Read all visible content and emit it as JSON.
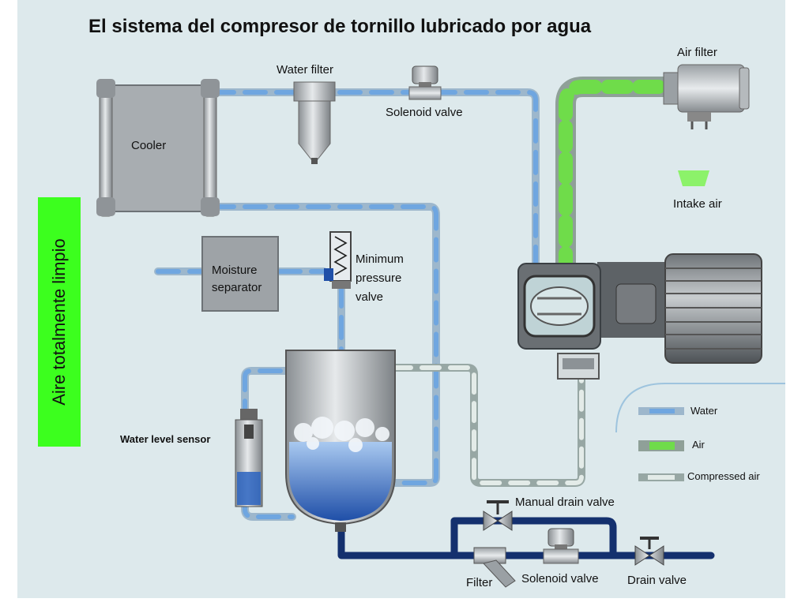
{
  "title": "El sistema del compresor de tornillo lubricado por agua",
  "side_label": "Aire totalmente limpio",
  "components": {
    "water_filter": "Water filter",
    "solenoid_valve_top": "Solenoid valve",
    "air_filter": "Air filter",
    "cooler": "Cooler",
    "intake_air": "Intake air",
    "moisture_separator_line1": "Moisture",
    "moisture_separator_line2": "separator",
    "min_pressure_line1": "Minimum",
    "min_pressure_line2": "pressure",
    "min_pressure_line3": "valve",
    "water_level_sensor": "Water level sensor",
    "manual_drain_valve": "Manual drain valve",
    "filter": "Filter",
    "solenoid_valve_bottom": "Solenoid valve",
    "drain_valve": "Drain valve"
  },
  "legend": {
    "water": "Water",
    "air": "Air",
    "compressed_air": "Compressed air"
  },
  "colors": {
    "water_pipe": "#7fb0dc",
    "air_pipe": "#6fdc4a",
    "compressed_pipe": "#c9d6d2",
    "drain_pipe": "#14306e",
    "side_box": "#3cff1e",
    "background": "#dde9ec"
  }
}
